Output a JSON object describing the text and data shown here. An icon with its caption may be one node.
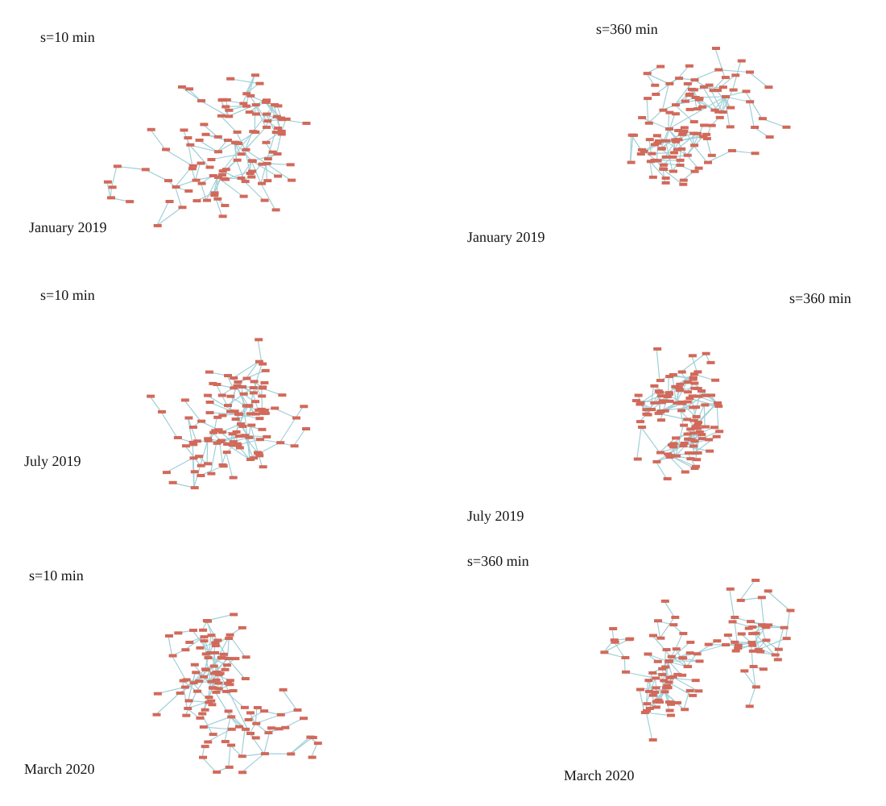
{
  "diagram": {
    "labels": [
      "s=10 min",
      "s=360 min",
      "January 2019",
      "January 2019",
      "s=10 min",
      "s=360 min",
      "July 2019",
      "July 2019",
      "s=10 min",
      "s=360 min",
      "March 2020",
      "March 2020"
    ]
  }
}
